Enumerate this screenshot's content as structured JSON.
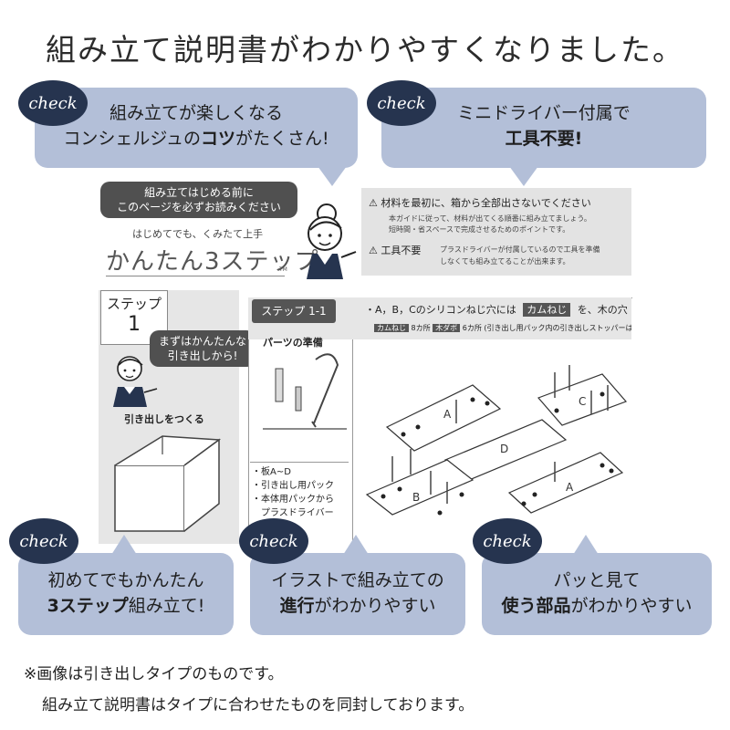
{
  "title": "組み立て説明書がわかりやすくなりました。",
  "badge_label": "check",
  "top_left": {
    "line1": "組み立てが楽しくなる",
    "line2_pre": "コンシェルジュの",
    "line2_bold": "コツ",
    "line2_post": "がたくさん!"
  },
  "top_right": {
    "line1": "ミニドライバー付属で",
    "line2_bold": "工具不要!"
  },
  "manual": {
    "intro_bubble_1": "組み立てはじめる前に",
    "intro_bubble_2": "このページを必ずお読みください",
    "subtitle": "はじめてでも、くみたて上手",
    "heading": "かんたん3ステップ",
    "tm": "TM",
    "notice_1_title": "材料を最初に、箱から全部出さないでください",
    "notice_1_body_1": "本ガイドに従って、材料が出てくる順番に組み立てましょう。",
    "notice_1_body_2": "短時間・省スペースで完成させるためのポイントです。",
    "notice_2_title": "工具不要",
    "notice_2_body_1": "プラスドライバーが付属しているので工具を準備",
    "notice_2_body_2": "しなくても組み立てることが出来ます。",
    "step_label": "ステップ",
    "step_number": "1",
    "step_bubble_1": "まずはかんたんな",
    "step_bubble_2": "引き出しから!",
    "step_caption": "引き出しをつくる",
    "step11_label": "ステップ 1-1",
    "step11_text": "・A，B，Cのシリコンねじ穴には",
    "tag_kamu": "カムねじ",
    "step11_text_2": "を、木の穴",
    "tag_kamu2": "カムねじ",
    "count_8": "8カ所",
    "tag_dabo": "木ダボ",
    "count_6": "6カ所",
    "step11_note": "(引き出し用パック内の引き出しストッパーはステ",
    "parts_title": "パーツの準備",
    "parts_list": [
      "・板A~D",
      "・引き出し用パック",
      "・本体用パックから",
      "　プラスドライバー"
    ],
    "board_labels": [
      "A",
      "D",
      "B",
      "C",
      "A"
    ]
  },
  "bottom": [
    {
      "line1": "初めてでもかんたん",
      "line2_bold": "3ステップ",
      "line2_post": "組み立て!"
    },
    {
      "line1": "イラストで組み立ての",
      "line2_bold": "進行",
      "line2_post": "がわかりやすい"
    },
    {
      "line1": "パッと見て",
      "line2_bold": "使う部品",
      "line2_post": "がわかりやすい"
    }
  ],
  "footnote_1": "※画像は引き出しタイプのものです。",
  "footnote_2": "組み立て説明書はタイプに合わせたものを同封しております。",
  "colors": {
    "bubble": "#b3bfd8",
    "badge": "#26344f",
    "gray_bubble": "#505050"
  }
}
